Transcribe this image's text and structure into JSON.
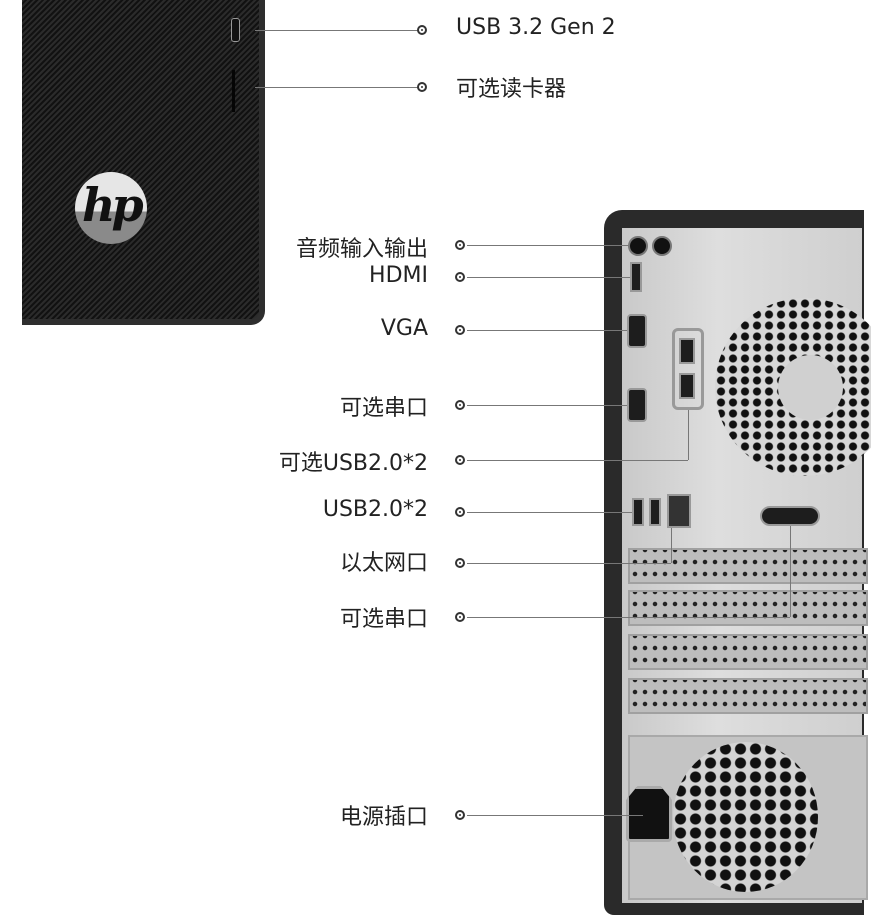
{
  "brand_logo": "hp",
  "front_labels": {
    "usb32": "USB 3.2 Gen 2",
    "card_reader": "可选读卡器"
  },
  "rear_labels": {
    "audio": "音频输入输出",
    "hdmi": "HDMI",
    "vga": "VGA",
    "serial_1": "可选串口",
    "optional_usb": "可选USB2.0*2",
    "usb20": "USB2.0*2",
    "ethernet": "以太网口",
    "serial_2": "可选串口",
    "power": "电源插口"
  }
}
